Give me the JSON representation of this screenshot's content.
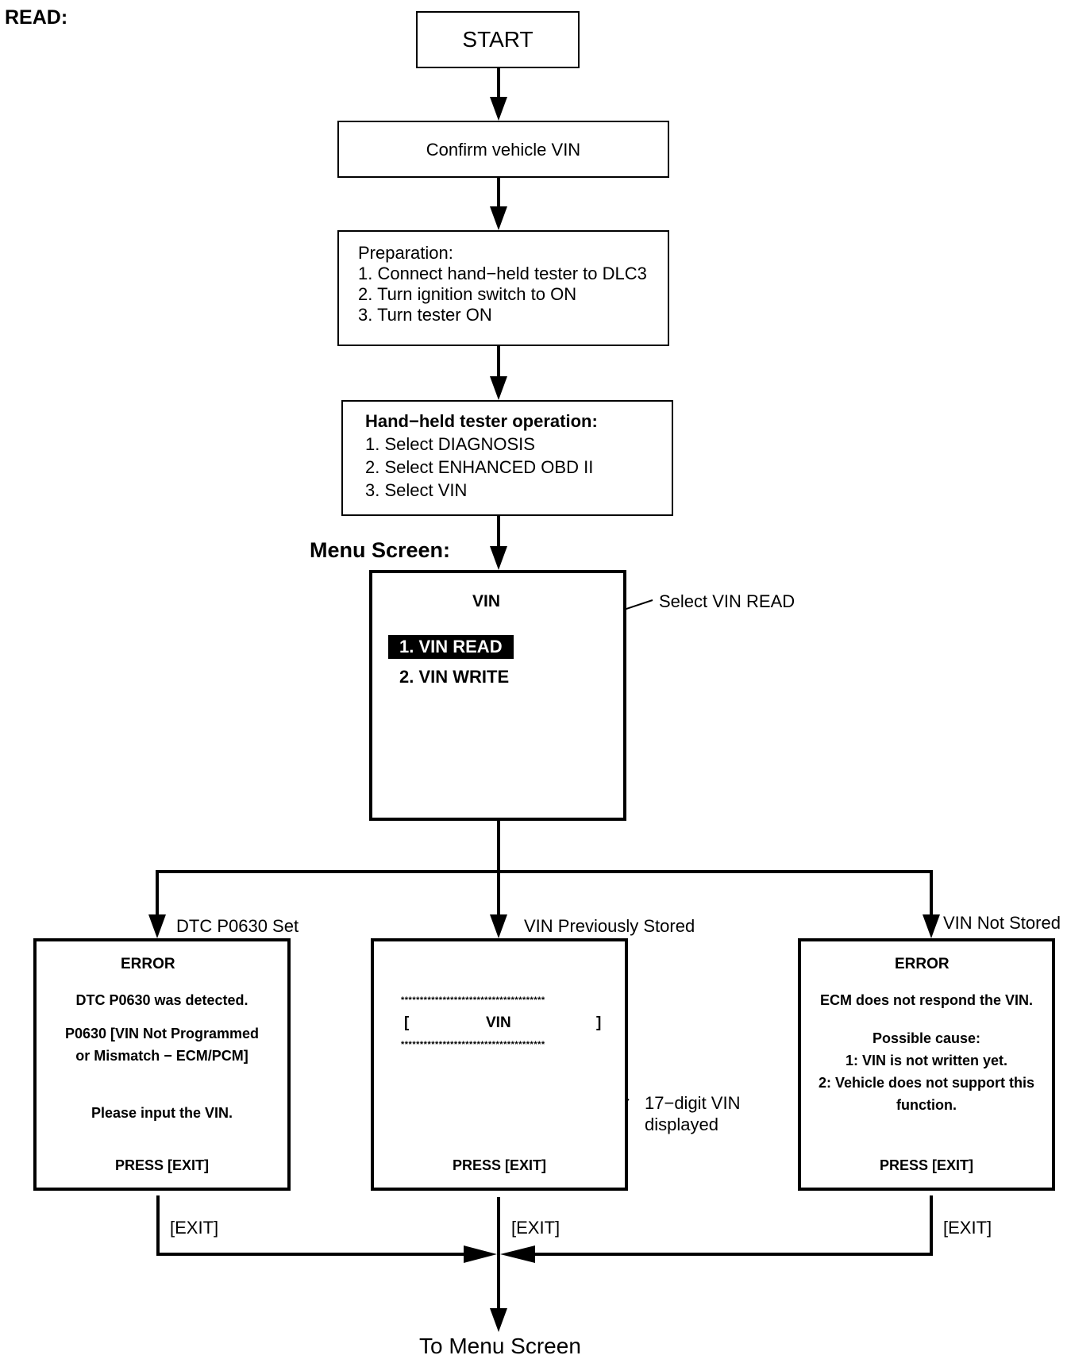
{
  "section_title": "READ:",
  "start": "START",
  "confirm": "Confirm vehicle VIN",
  "preparation": {
    "title": "Preparation:",
    "steps": [
      "1. Connect hand−held tester to DLC3",
      "2. Turn ignition switch to ON",
      "3. Turn tester ON"
    ]
  },
  "tester_operation": {
    "title": "Hand−held tester operation:",
    "steps": [
      "1. Select DIAGNOSIS",
      "2. Select ENHANCED OBD II",
      "3. Select VIN"
    ]
  },
  "menu_screen": {
    "label": "Menu Screen:",
    "title": "VIN",
    "item1": "1. VIN READ",
    "item2": "2. VIN WRITE",
    "callout": "Select VIN READ"
  },
  "branches": {
    "left_label": "DTC P0630 Set",
    "middle_label": "VIN Previously Stored",
    "right_label": "VIN Not Stored"
  },
  "left_screen": {
    "title": "ERROR",
    "line1": "DTC P0630 was detected.",
    "line2": "P0630  [VIN Not Programmed",
    "line3": "or Mismatch − ECM/PCM]",
    "line4": "Please input the VIN.",
    "press": "PRESS [EXIT]"
  },
  "middle_screen": {
    "stars_top": "**************************************",
    "bracket_left": "[",
    "vin": "VIN",
    "bracket_right": "]",
    "stars_bottom": "**************************************",
    "press": "PRESS [EXIT]",
    "callout_line1": "17−digit VIN",
    "callout_line2": "displayed"
  },
  "right_screen": {
    "title": "ERROR",
    "line1": "ECM does not respond the VIN.",
    "line2": "Possible cause:",
    "line3": "1: VIN is not written yet.",
    "line4": "2: Vehicle does not support this",
    "line5": "function.",
    "press": "PRESS [EXIT]"
  },
  "exit_labels": {
    "left": "[EXIT]",
    "middle": "[EXIT]",
    "right": "[EXIT]"
  },
  "footer": "To Menu Screen"
}
